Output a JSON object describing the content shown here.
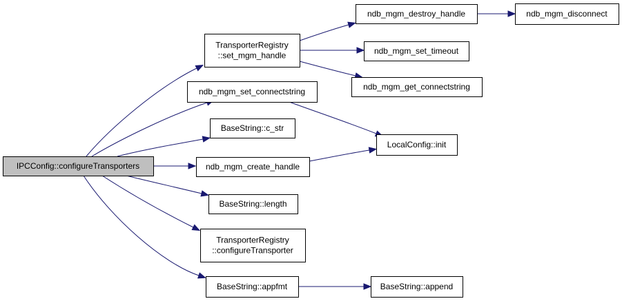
{
  "colors": {
    "edge": "#191970",
    "root_fill": "#bfbfbf",
    "node_fill": "#ffffff",
    "border": "#000000"
  },
  "nodes": [
    {
      "id": "root",
      "lines": [
        "IPCConfig::configureTransporters"
      ]
    },
    {
      "id": "tr_set_mgm",
      "lines": [
        "TransporterRegistry",
        "::set_mgm_handle"
      ]
    },
    {
      "id": "set_connectstring",
      "lines": [
        "ndb_mgm_set_connectstring"
      ]
    },
    {
      "id": "c_str",
      "lines": [
        "BaseString::c_str"
      ]
    },
    {
      "id": "create_handle",
      "lines": [
        "ndb_mgm_create_handle"
      ]
    },
    {
      "id": "length",
      "lines": [
        "BaseString::length"
      ]
    },
    {
      "id": "tr_configure",
      "lines": [
        "TransporterRegistry",
        "::configureTransporter"
      ]
    },
    {
      "id": "appfmt",
      "lines": [
        "BaseString::appfmt"
      ]
    },
    {
      "id": "destroy_handle",
      "lines": [
        "ndb_mgm_destroy_handle"
      ]
    },
    {
      "id": "set_timeout",
      "lines": [
        "ndb_mgm_set_timeout"
      ]
    },
    {
      "id": "get_connectstring",
      "lines": [
        "ndb_mgm_get_connectstring"
      ]
    },
    {
      "id": "localconfig_init",
      "lines": [
        "LocalConfig::init"
      ]
    },
    {
      "id": "append",
      "lines": [
        "BaseString::append"
      ]
    },
    {
      "id": "disconnect",
      "lines": [
        "ndb_mgm_disconnect"
      ]
    }
  ],
  "edges": [
    {
      "from": "root",
      "to": "tr_set_mgm"
    },
    {
      "from": "root",
      "to": "set_connectstring"
    },
    {
      "from": "root",
      "to": "c_str"
    },
    {
      "from": "root",
      "to": "create_handle"
    },
    {
      "from": "root",
      "to": "length"
    },
    {
      "from": "root",
      "to": "tr_configure"
    },
    {
      "from": "root",
      "to": "appfmt"
    },
    {
      "from": "tr_set_mgm",
      "to": "destroy_handle"
    },
    {
      "from": "tr_set_mgm",
      "to": "set_timeout"
    },
    {
      "from": "tr_set_mgm",
      "to": "get_connectstring"
    },
    {
      "from": "set_connectstring",
      "to": "localconfig_init"
    },
    {
      "from": "create_handle",
      "to": "localconfig_init"
    },
    {
      "from": "destroy_handle",
      "to": "disconnect"
    },
    {
      "from": "appfmt",
      "to": "append"
    }
  ]
}
